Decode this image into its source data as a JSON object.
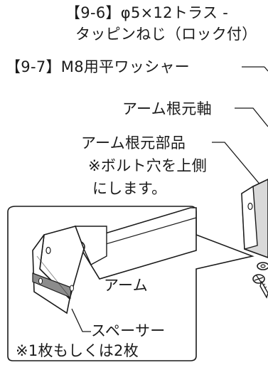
{
  "labels": {
    "part_9_6_line1": "【9-6】φ5×12トラス -",
    "part_9_6_line2": "タッピンねじ（ロック付）",
    "part_9_7": "【9-7】M8用平ワッシャー",
    "arm_base_shaft": "アーム根元軸",
    "arm_base_part": "アーム根元部品",
    "bolt_hole_note": "※ボルト穴を上側",
    "bolt_hole_note_2": "にします。",
    "spacer_line1": "アーム",
    "spacer_line2": "スペーサー",
    "quantity_note": "※1枚もしくは2枚"
  },
  "colors": {
    "line": "#1a1a1a",
    "part_fill": "#ffffff",
    "part_shade": "#d9d9d9",
    "spacer_band": "#8c8c8c"
  }
}
